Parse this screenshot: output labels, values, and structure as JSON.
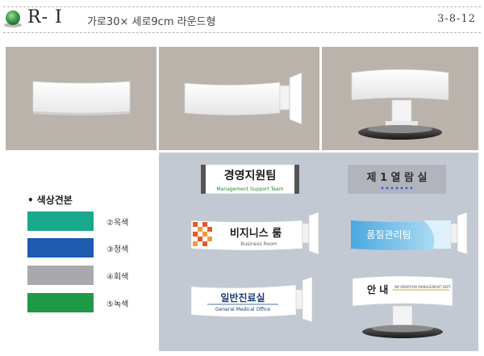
{
  "header": {
    "code": "R- I",
    "description": "가로30× 세로9cm 라운드형",
    "page_number": "3-8-12"
  },
  "samples": {
    "s1": {
      "title": "경영지원팀",
      "subtitle": "Management Support Team"
    },
    "s2": {
      "title": "제 1 열 람 실"
    },
    "s3": {
      "title": "비지니스 룸",
      "subtitle": "Business Room"
    },
    "s4": {
      "title": "품질관리팀"
    },
    "s5": {
      "title": "일반진료실",
      "subtitle": "General Medical Office"
    },
    "s6": {
      "title": "안 내",
      "subtitle": "INFORMATION MANAGEMENT DEPT."
    }
  },
  "color_samples": {
    "title": "색상견본",
    "items": [
      {
        "label": "②옥색",
        "color": "#1aa88d"
      },
      {
        "label": "③청색",
        "color": "#1c5bb0"
      },
      {
        "label": "④회색",
        "color": "#a9a9ad"
      },
      {
        "label": "⑤녹색",
        "color": "#1e9a47"
      }
    ]
  }
}
